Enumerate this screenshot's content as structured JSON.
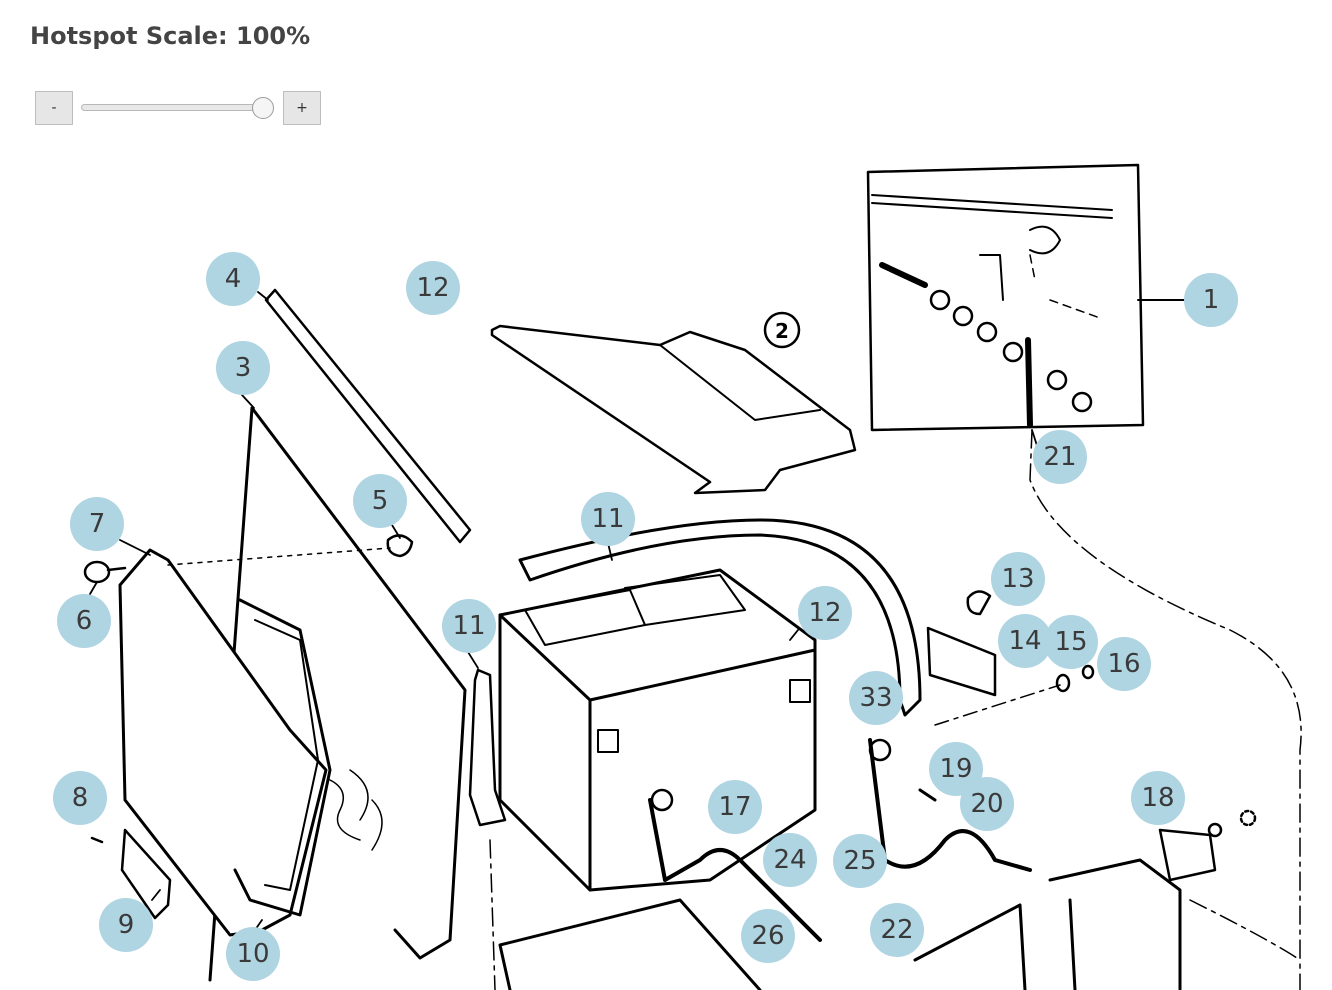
{
  "header": {
    "title": "Hotspot Scale: 100%"
  },
  "zoom": {
    "minus_label": "-",
    "plus_label": "+",
    "scale_percent": 100
  },
  "diagram": {
    "inset_callout": "2",
    "hotspots": [
      "1",
      "3",
      "4",
      "5",
      "6",
      "7",
      "8",
      "9",
      "10",
      "11",
      "11",
      "12",
      "12",
      "13",
      "14",
      "15",
      "16",
      "17",
      "18",
      "19",
      "20",
      "21",
      "22",
      "24",
      "25",
      "26",
      "33"
    ]
  }
}
